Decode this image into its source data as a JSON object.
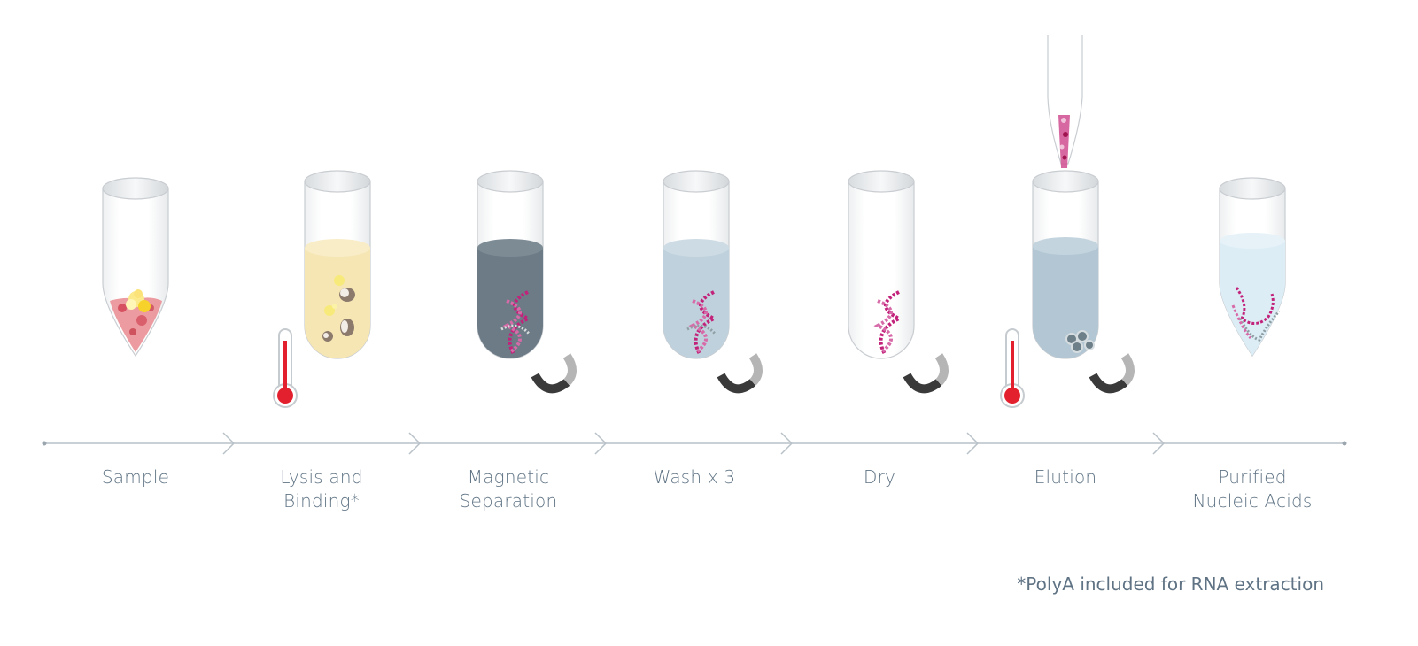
{
  "steps": [
    {
      "line1": "Sample",
      "line2": ""
    },
    {
      "line1": "Lysis and",
      "line2": "Binding*"
    },
    {
      "line1": "Magnetic",
      "line2": "Separation"
    },
    {
      "line1": "Wash x 3",
      "line2": ""
    },
    {
      "line1": "Dry",
      "line2": ""
    },
    {
      "line1": "Elution",
      "line2": ""
    },
    {
      "line1": "Purified",
      "line2": "Nucleic Acids"
    }
  ],
  "footnote": "*PolyA included for RNA extraction",
  "colors": {
    "text": "#5f7384",
    "timeline": "#b9c2c9",
    "lysis_liquid": "#f6e6b4",
    "magnetic_liquid": "#6c7b86",
    "wash_liquid": "#bfd1dc",
    "elution_liquid": "#b2c7d3",
    "purified_liquid": "#dcedf6",
    "dna_pink": "#c2227a",
    "dna_grey": "#8f9ea3",
    "thermometer_red": "#e3202e",
    "magnet_dark": "#3a3a3a",
    "magnet_light": "#b5b5b5"
  },
  "icons": [
    "tube-icon",
    "thermometer-icon",
    "magnet-icon",
    "dna-icon",
    "pipette-icon",
    "bead-icon"
  ]
}
